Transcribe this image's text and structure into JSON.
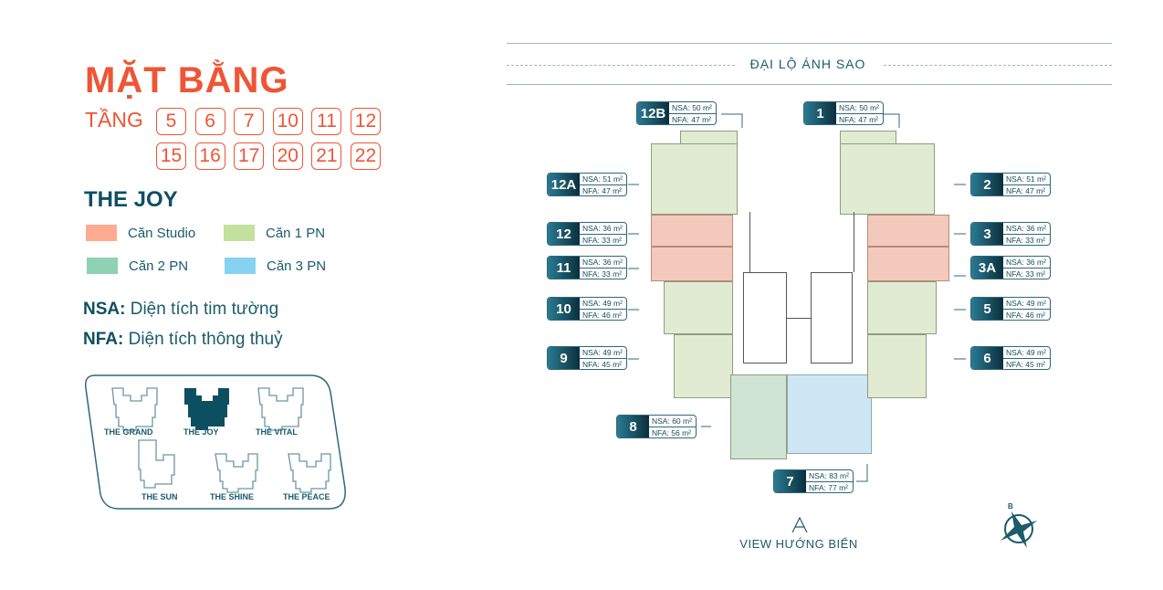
{
  "header": {
    "title": "MẶT BẰNG",
    "floors_label": "TẦNG",
    "floors": [
      "5",
      "6",
      "7",
      "10",
      "11",
      "12",
      "15",
      "16",
      "17",
      "20",
      "21",
      "22"
    ]
  },
  "building": "THE JOY",
  "legend": [
    {
      "label": "Căn Studio",
      "color": "#ffab91"
    },
    {
      "label": "Căn 1 PN",
      "color": "#c3e09d"
    },
    {
      "label": "Căn 2 PN",
      "color": "#8ed2b3"
    },
    {
      "label": "Căn 3 PN",
      "color": "#86d3ef"
    }
  ],
  "definitions": [
    {
      "abbr": "NSA:",
      "text": "Diện tích tim tường"
    },
    {
      "abbr": "NFA:",
      "text": "Diện tích thông thuỷ"
    }
  ],
  "site_map": {
    "buildings": [
      "THE GRAND",
      "THE JOY",
      "THE VITAL",
      "THE SUN",
      "THE SHINE",
      "THE PEACE"
    ],
    "selected": "THE JOY"
  },
  "road_label": "ĐẠI LỘ ÁNH SAO",
  "view_label": "VIEW HƯỚNG BIỂN",
  "compass_label": "B",
  "units": [
    {
      "id": "12B",
      "nsa": "NSA: 50 m²",
      "nfa": "NFA: 47 m²"
    },
    {
      "id": "1",
      "nsa": "NSA: 50 m²",
      "nfa": "NFA: 47 m²"
    },
    {
      "id": "12A",
      "nsa": "NSA: 51 m²",
      "nfa": "NFA: 47 m²"
    },
    {
      "id": "2",
      "nsa": "NSA: 51 m²",
      "nfa": "NFA: 47 m²"
    },
    {
      "id": "12",
      "nsa": "NSA: 36 m²",
      "nfa": "NFA: 33 m²"
    },
    {
      "id": "3",
      "nsa": "NSA: 36 m²",
      "nfa": "NFA: 33 m²"
    },
    {
      "id": "11",
      "nsa": "NSA: 36 m²",
      "nfa": "NFA: 33 m²"
    },
    {
      "id": "3A",
      "nsa": "NSA: 36 m²",
      "nfa": "NFA: 33 m²"
    },
    {
      "id": "10",
      "nsa": "NSA: 49 m²",
      "nfa": "NFA: 46 m²"
    },
    {
      "id": "5",
      "nsa": "NSA: 49 m²",
      "nfa": "NFA: 46 m²"
    },
    {
      "id": "9",
      "nsa": "NSA: 49 m²",
      "nfa": "NFA: 45 m²"
    },
    {
      "id": "6",
      "nsa": "NSA: 49 m²",
      "nfa": "NFA: 45 m²"
    },
    {
      "id": "8",
      "nsa": "NSA: 60 m²",
      "nfa": "NFA: 56 m²"
    },
    {
      "id": "7",
      "nsa": "NSA: 83 m²",
      "nfa": "NFA: 77 m²"
    }
  ]
}
